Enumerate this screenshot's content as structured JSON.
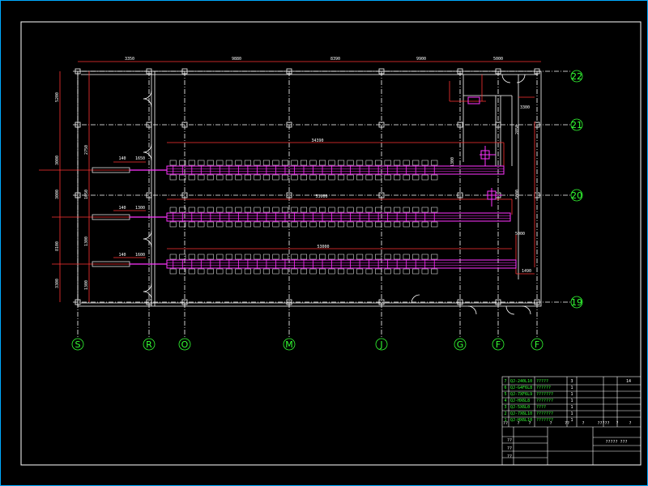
{
  "drawing": {
    "colors": {
      "background": "#000000",
      "frame": "#ffffff",
      "outer_frame": "#00aaff",
      "axis_line": "#ffffff",
      "dimension": "#ff3333",
      "label": "#33ff33",
      "equipment": "#ff33ff",
      "structure": "#ffffff"
    },
    "top_dimensions": [
      "3350",
      "9880",
      "8390",
      "9900",
      "5000"
    ],
    "left_dimensions": [
      "5200",
      "3000",
      "3000",
      "8100",
      "3300"
    ],
    "inner_dimensions": [
      "2750",
      "1050",
      "1300",
      "1300",
      "1300",
      "2850",
      "5000"
    ],
    "row_lengths": [
      "34390",
      "53000",
      "53000"
    ],
    "row_offsets": [
      "140",
      "140",
      "140"
    ],
    "row_gaps": [
      "1650",
      "1300",
      "1600"
    ],
    "right_dimensions": [
      "3300",
      "5000",
      "1490"
    ],
    "columns": [
      "S",
      "R",
      "O",
      "M",
      "J",
      "G",
      "F",
      "F"
    ],
    "rows": [
      "22",
      "21",
      "20",
      "19"
    ]
  },
  "title_block": {
    "parts": [
      {
        "no": "7",
        "code": "QJ-240L10",
        "name": "?????",
        "qty": "3",
        "note": "14"
      },
      {
        "no": "6",
        "code": "QJ-G4F6L8",
        "name": "??????",
        "qty": "1",
        "note": ""
      },
      {
        "no": "5",
        "code": "QJ-7XF6L9",
        "name": "???????",
        "qty": "1",
        "note": ""
      },
      {
        "no": "4",
        "code": "QJ-HX6L8",
        "name": "???????",
        "qty": "1",
        "note": ""
      },
      {
        "no": "3",
        "code": "QJ-5X6L0",
        "name": "????",
        "qty": "1",
        "note": ""
      },
      {
        "no": "2",
        "code": "QJ-7X6L10",
        "name": "???????",
        "qty": "1",
        "note": ""
      },
      {
        "no": "1",
        "code": "QJ-HX6L10",
        "name": "???????",
        "qty": "1",
        "note": ""
      }
    ],
    "header": [
      "??",
      "?",
      "?",
      "?",
      "??",
      "?",
      "?????",
      "?",
      "?"
    ],
    "sign_rows": [
      "??",
      "??",
      "??"
    ],
    "title_cell": "?????  ???"
  }
}
